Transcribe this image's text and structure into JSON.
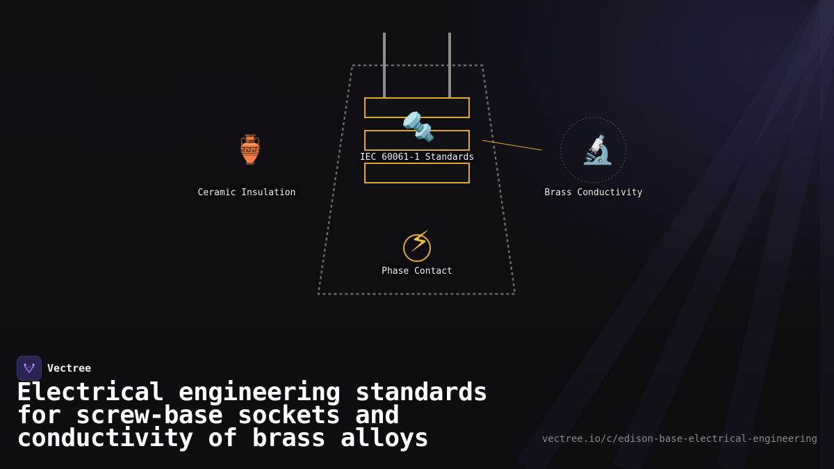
{
  "nodes": {
    "ceramic": {
      "label": "Ceramic Insulation",
      "icon": "amphora-icon",
      "glyph": "🏺"
    },
    "standards": {
      "label": "IEC 60061-1 Standards",
      "icon": "nut-and-bolt-icon",
      "glyph": "🔩"
    },
    "brass": {
      "label": "Brass Conductivity",
      "icon": "microscope-icon",
      "glyph": "🔬"
    },
    "phase": {
      "label": "Phase Contact",
      "icon": "high-voltage-icon",
      "glyph": "⚡"
    }
  },
  "brand": {
    "name": "Vectree"
  },
  "headline": "Electrical engineering standards for screw-base sockets and conductivity of brass alloys",
  "url": "vectree.io/c/edison-base-electrical-engineering",
  "colors": {
    "accent": "#e3ad2c",
    "outline": "#6b6b70",
    "terminal": "#8c8c8c",
    "brand_bg": "#2a2550",
    "brand_mark": "#a070e0"
  }
}
